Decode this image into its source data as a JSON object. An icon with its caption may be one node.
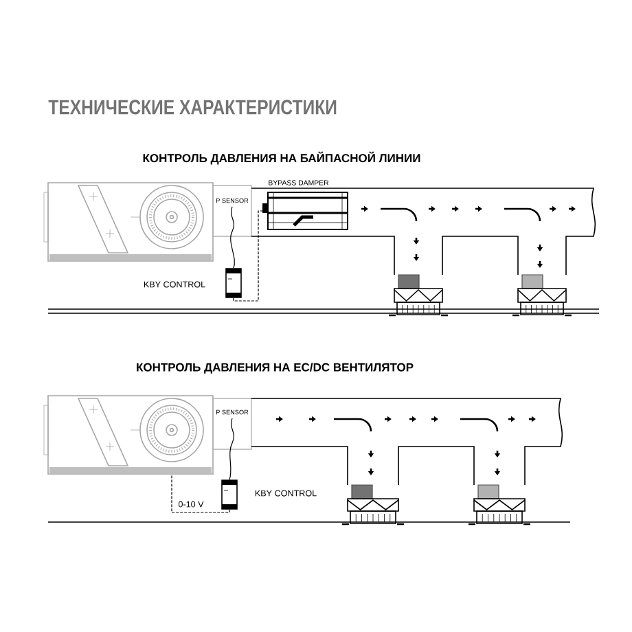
{
  "diagram": {
    "title": "ТЕХНИЧЕСКИЕ ХАРАКТЕРИСТИКИ",
    "nodes": [
      {
        "text": [
          "P SENSOR"
        ]
      },
      {
        "text": [],
        "shape": "box",
        "beside": [
          "KBY CONTROL"
        ]
      },
      {
        "text": [],
        "shape": "box",
        "beside": [
          "BYPASS DAMPER"
        ]
      },
      {
        "text": [
          "P SENSOR"
        ]
      },
      {
        "text": [],
        "shape": "box",
        "beside": [
          "KBY CONTROL"
        ]
      },
      {
        "text": [],
        "shape": "picture"
      }
    ],
    "edges": [
      {
        "from": 0,
        "to": 1,
        "arrow": "none"
      },
      {
        "from": 1,
        "to": 2,
        "arrow": "none",
        "style": "dashed"
      },
      {
        "from": 3,
        "to": 4,
        "arrow": "none"
      },
      {
        "from": 4,
        "to": 5,
        "arrow": "none",
        "style": "dashed",
        "label": "0-10 V"
      }
    ],
    "labels": [
      "КОНТРОЛЬ ДАВЛЕНИЯ НА БАЙПАСНОЙ ЛИНИИ",
      "КОНТРОЛЬ ДАВЛЕНИЯ НА EC/DC   ВЕНТИЛЯТОР"
    ]
  }
}
